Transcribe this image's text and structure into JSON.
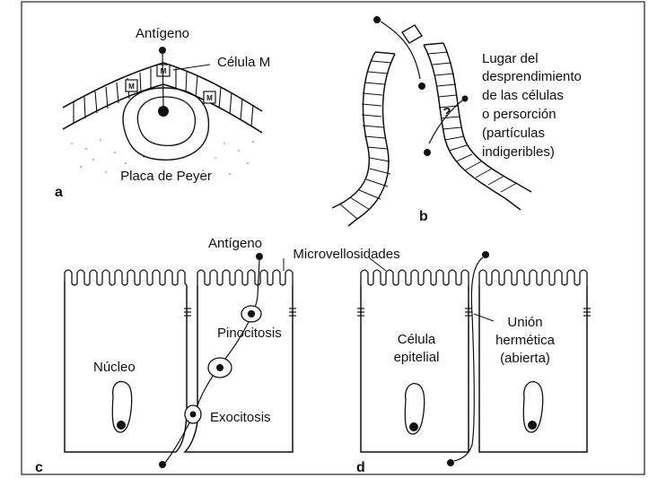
{
  "panels": {
    "a": {
      "letter": "a",
      "antigen": "Antígeno",
      "m_cell": "Célula M",
      "peyer": "Placa de Peyer",
      "m_marks": [
        "M",
        "M",
        "M"
      ]
    },
    "b": {
      "letter": "b",
      "lines": [
        "Lugar del",
        "desprendimiento",
        "de las células",
        "o persorción",
        "(partículas",
        "indigeribles)"
      ],
      "question": "?"
    },
    "c": {
      "letter": "c",
      "antigen": "Antígeno",
      "microvilli": "Microvellosidades",
      "nucleus": "Núcleo",
      "pinocytosis": "Pinocitosis",
      "exocytosis": "Exocitosis"
    },
    "d": {
      "letter": "d",
      "epithelial": [
        "Célula",
        "epitelial"
      ],
      "junction": [
        "Unión",
        "hermética",
        "(abierta)"
      ]
    }
  }
}
